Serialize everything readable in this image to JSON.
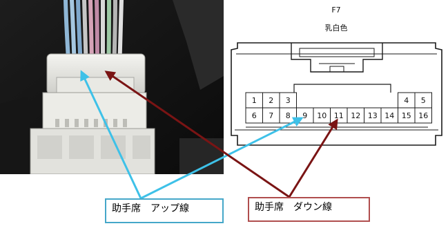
{
  "connector": {
    "id": "F7",
    "color_label": "乳白色",
    "top_row_left": [
      "1",
      "2",
      "3"
    ],
    "top_row_right": [
      "4",
      "5"
    ],
    "bottom_row": [
      "6",
      "7",
      "8",
      "9",
      "10",
      "11",
      "12",
      "13",
      "14",
      "15",
      "16"
    ]
  },
  "labels": {
    "up_wire": "助手席　アップ線",
    "down_wire": "助手席　ダウン線"
  },
  "colors": {
    "up_arrow": "#3ec1e8",
    "down_arrow": "#7a1414"
  }
}
